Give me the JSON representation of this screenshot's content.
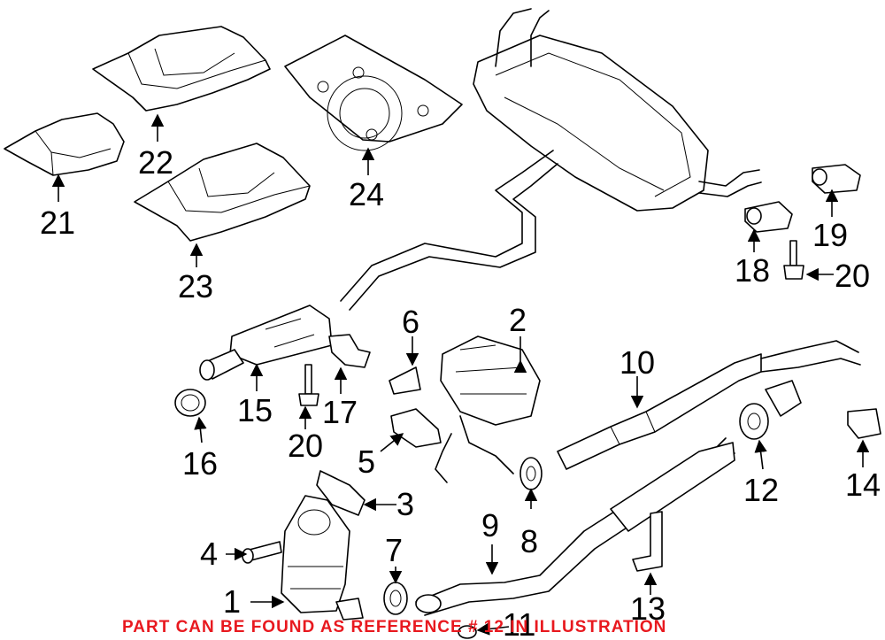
{
  "diagram": {
    "callouts": [
      {
        "num": "1"
      },
      {
        "num": "2"
      },
      {
        "num": "3"
      },
      {
        "num": "4"
      },
      {
        "num": "5"
      },
      {
        "num": "6"
      },
      {
        "num": "7"
      },
      {
        "num": "8"
      },
      {
        "num": "9"
      },
      {
        "num": "10"
      },
      {
        "num": "11"
      },
      {
        "num": "12"
      },
      {
        "num": "13"
      },
      {
        "num": "14"
      },
      {
        "num": "15"
      },
      {
        "num": "16"
      },
      {
        "num": "17"
      },
      {
        "num": "18"
      },
      {
        "num": "19"
      },
      {
        "num": "20"
      },
      {
        "num": "20"
      },
      {
        "num": "21"
      },
      {
        "num": "22"
      },
      {
        "num": "23"
      },
      {
        "num": "24"
      }
    ],
    "notice": "PART CAN BE FOUND AS REFERENCE # 12 IN ILLUSTRATION",
    "colors": {
      "line": "#000000",
      "notice": "#e8191f",
      "background": "#ffffff"
    }
  }
}
